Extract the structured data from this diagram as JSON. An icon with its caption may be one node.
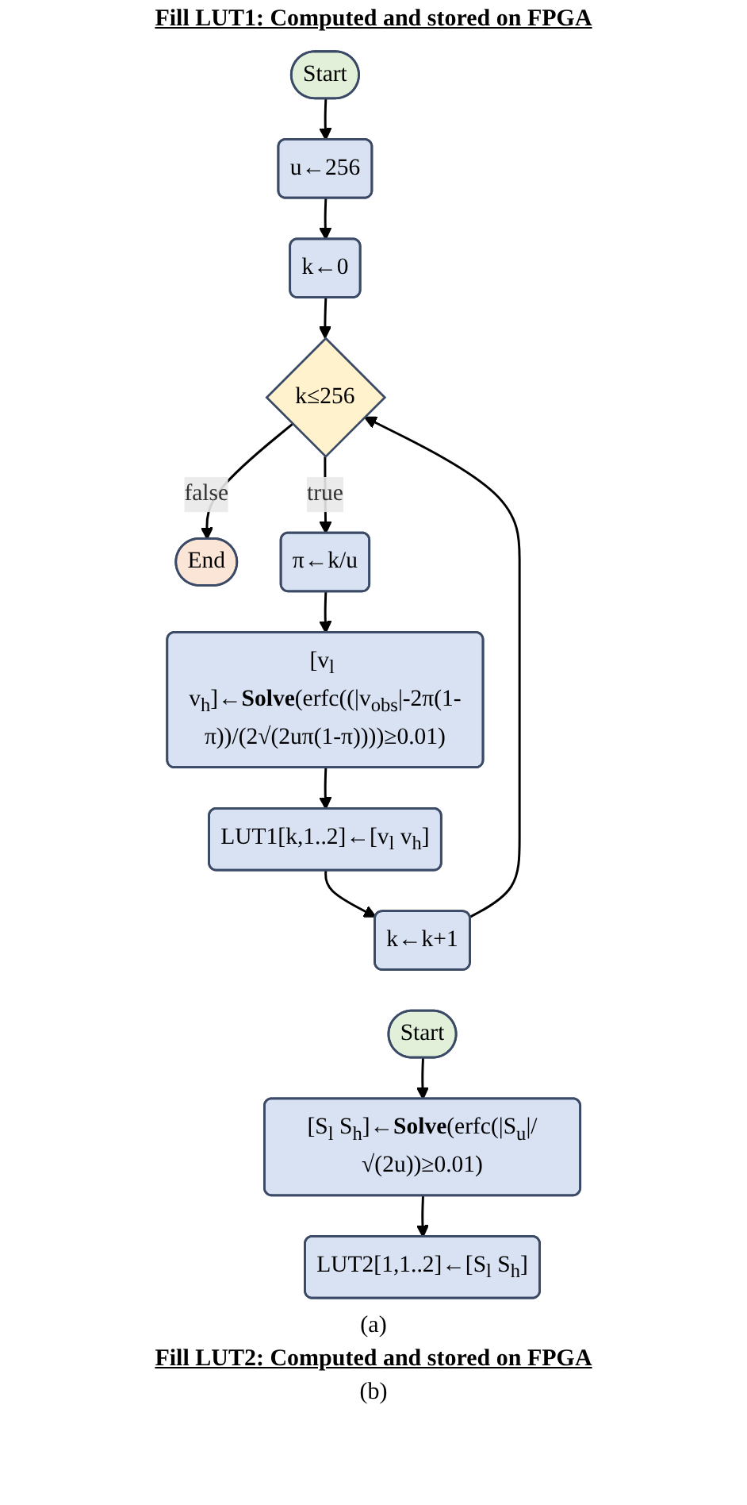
{
  "diagram": {
    "nodes": [
      {
        "text": [
          "Start"
        ]
      },
      {
        "text": [
          "u←256"
        ]
      },
      {
        "text": [
          "k←0"
        ]
      },
      {
        "text": [
          "k≤256"
        ]
      },
      {
        "text": [
          "End"
        ]
      },
      {
        "text": [
          "π←k/u"
        ]
      },
      {
        "text": [
          "[v$_{l}$ v$_{h}$]←**Solve**(erfc((|v$_{obs}$|-2π(1-π))/(2√(2uπ(1-π))))≥0.01)"
        ]
      },
      {
        "text": [
          "LUT1[k,1..2]←[v$_{l}$ v$_{h}$]"
        ]
      },
      {
        "text": [
          "k←k+1"
        ]
      },
      {
        "text": [
          "Start"
        ]
      },
      {
        "text": [
          "[S$_{l}$ S$_{h}$]←**Solve**(erfc(|S$_{u}$|/√(2u))≥0.01)"
        ]
      },
      {
        "text": [
          "LUT2[1,1..2]←[S$_{l}$ S$_{h}$]"
        ]
      }
    ],
    "edges": [
      {
        "from": 0,
        "to": 1,
        "arrow": "to"
      },
      {
        "from": 1,
        "to": 2,
        "arrow": "to"
      },
      {
        "from": 2,
        "to": 3,
        "arrow": "to"
      },
      {
        "from": 3,
        "to": 4,
        "arrow": "to",
        "label": "false"
      },
      {
        "from": 3,
        "to": 5,
        "arrow": "to",
        "label": "true"
      },
      {
        "from": 5,
        "to": 6,
        "arrow": "to"
      },
      {
        "from": 6,
        "to": 7,
        "arrow": "to"
      },
      {
        "from": 7,
        "to": 8,
        "arrow": "to"
      },
      {
        "from": 8,
        "to": 3,
        "arrow": "to"
      },
      {
        "from": 9,
        "to": 10,
        "arrow": "to"
      },
      {
        "from": 10,
        "to": 11,
        "arrow": "to"
      }
    ],
    "labels": [
      "Fill LUT1: Computed and stored on FPGA",
      "(a)",
      "Fill LUT2: Computed and stored on FPGA",
      "(b)"
    ]
  }
}
